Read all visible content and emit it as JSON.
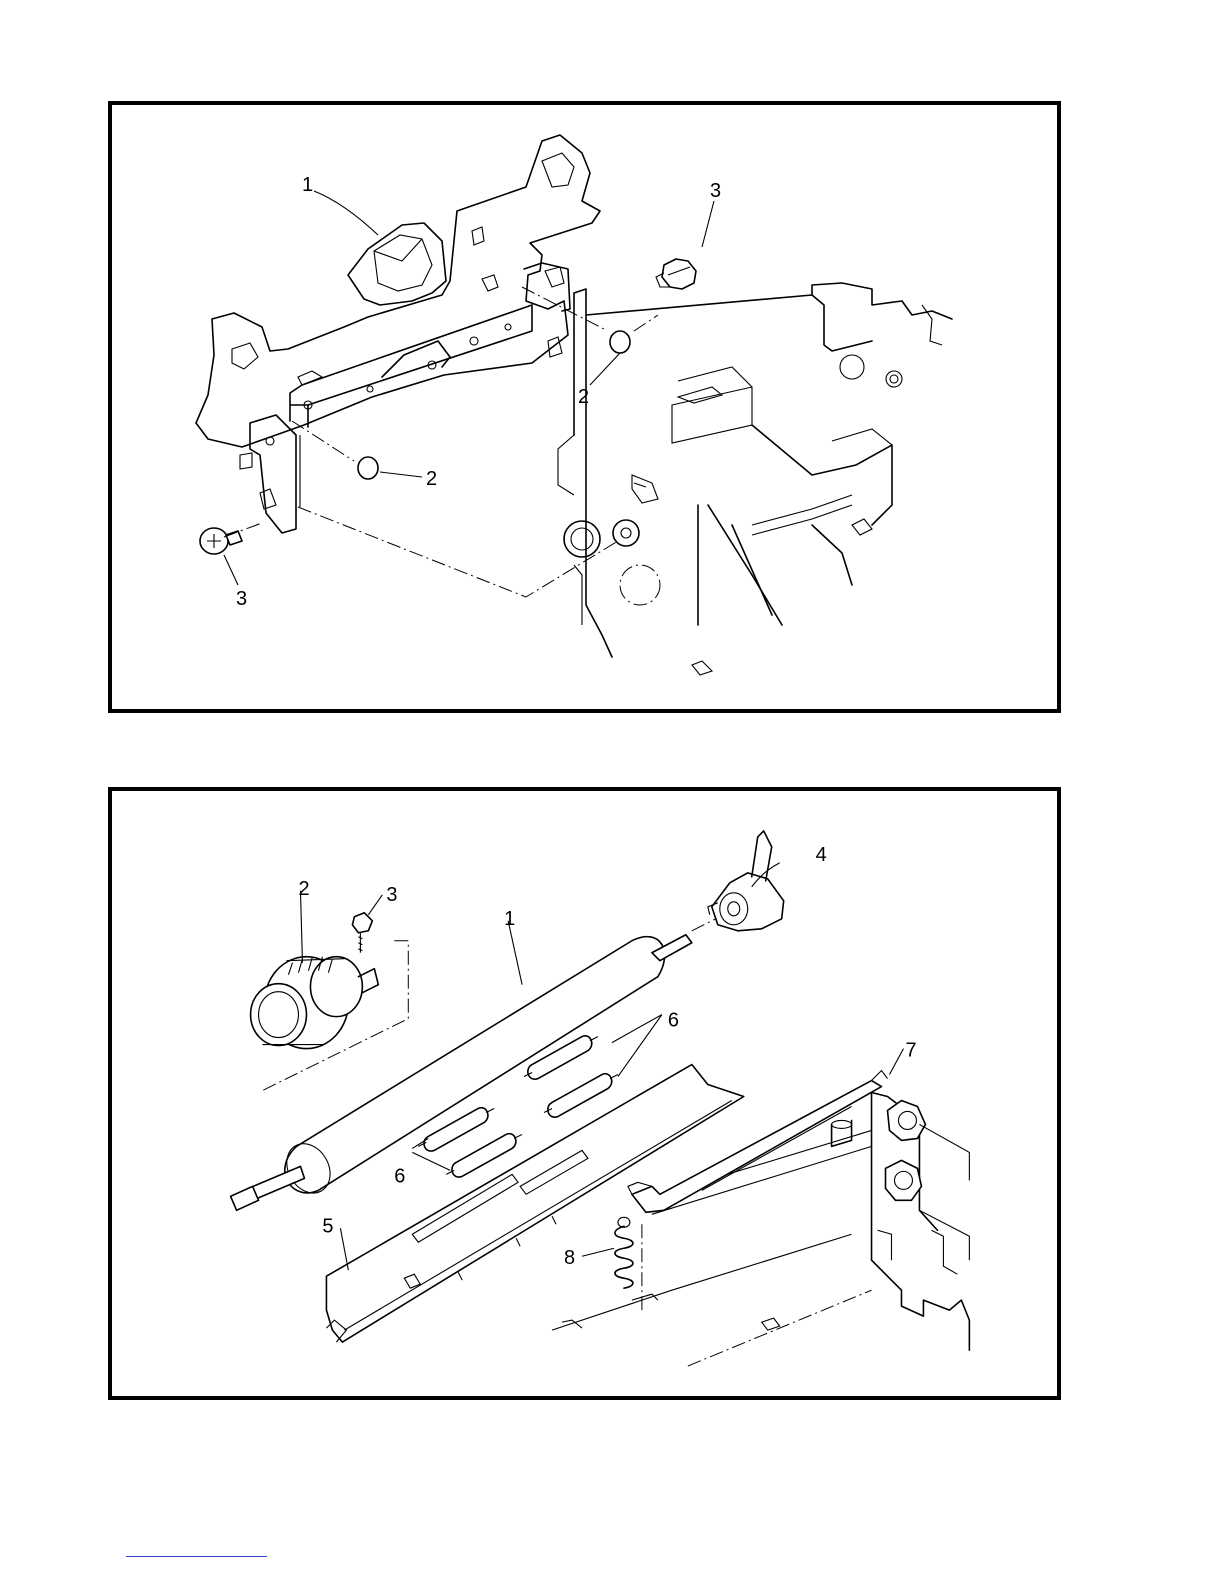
{
  "top_panel": {
    "callouts": [
      {
        "id": "c1",
        "text": "1"
      },
      {
        "id": "c3a",
        "text": "3"
      },
      {
        "id": "c2a",
        "text": "2"
      },
      {
        "id": "c2b",
        "text": "2"
      },
      {
        "id": "c3b",
        "text": "3"
      }
    ]
  },
  "bottom_panel": {
    "callouts": [
      {
        "id": "c4",
        "text": "4"
      },
      {
        "id": "c2",
        "text": "2"
      },
      {
        "id": "c3",
        "text": "3"
      },
      {
        "id": "c1",
        "text": "1"
      },
      {
        "id": "c6a",
        "text": "6"
      },
      {
        "id": "c7",
        "text": "7"
      },
      {
        "id": "c6b",
        "text": "6"
      },
      {
        "id": "c5",
        "text": "5"
      },
      {
        "id": "c8",
        "text": "8"
      }
    ]
  },
  "colors": {
    "line": "#000000",
    "footer_rule": "#2b46c9"
  }
}
